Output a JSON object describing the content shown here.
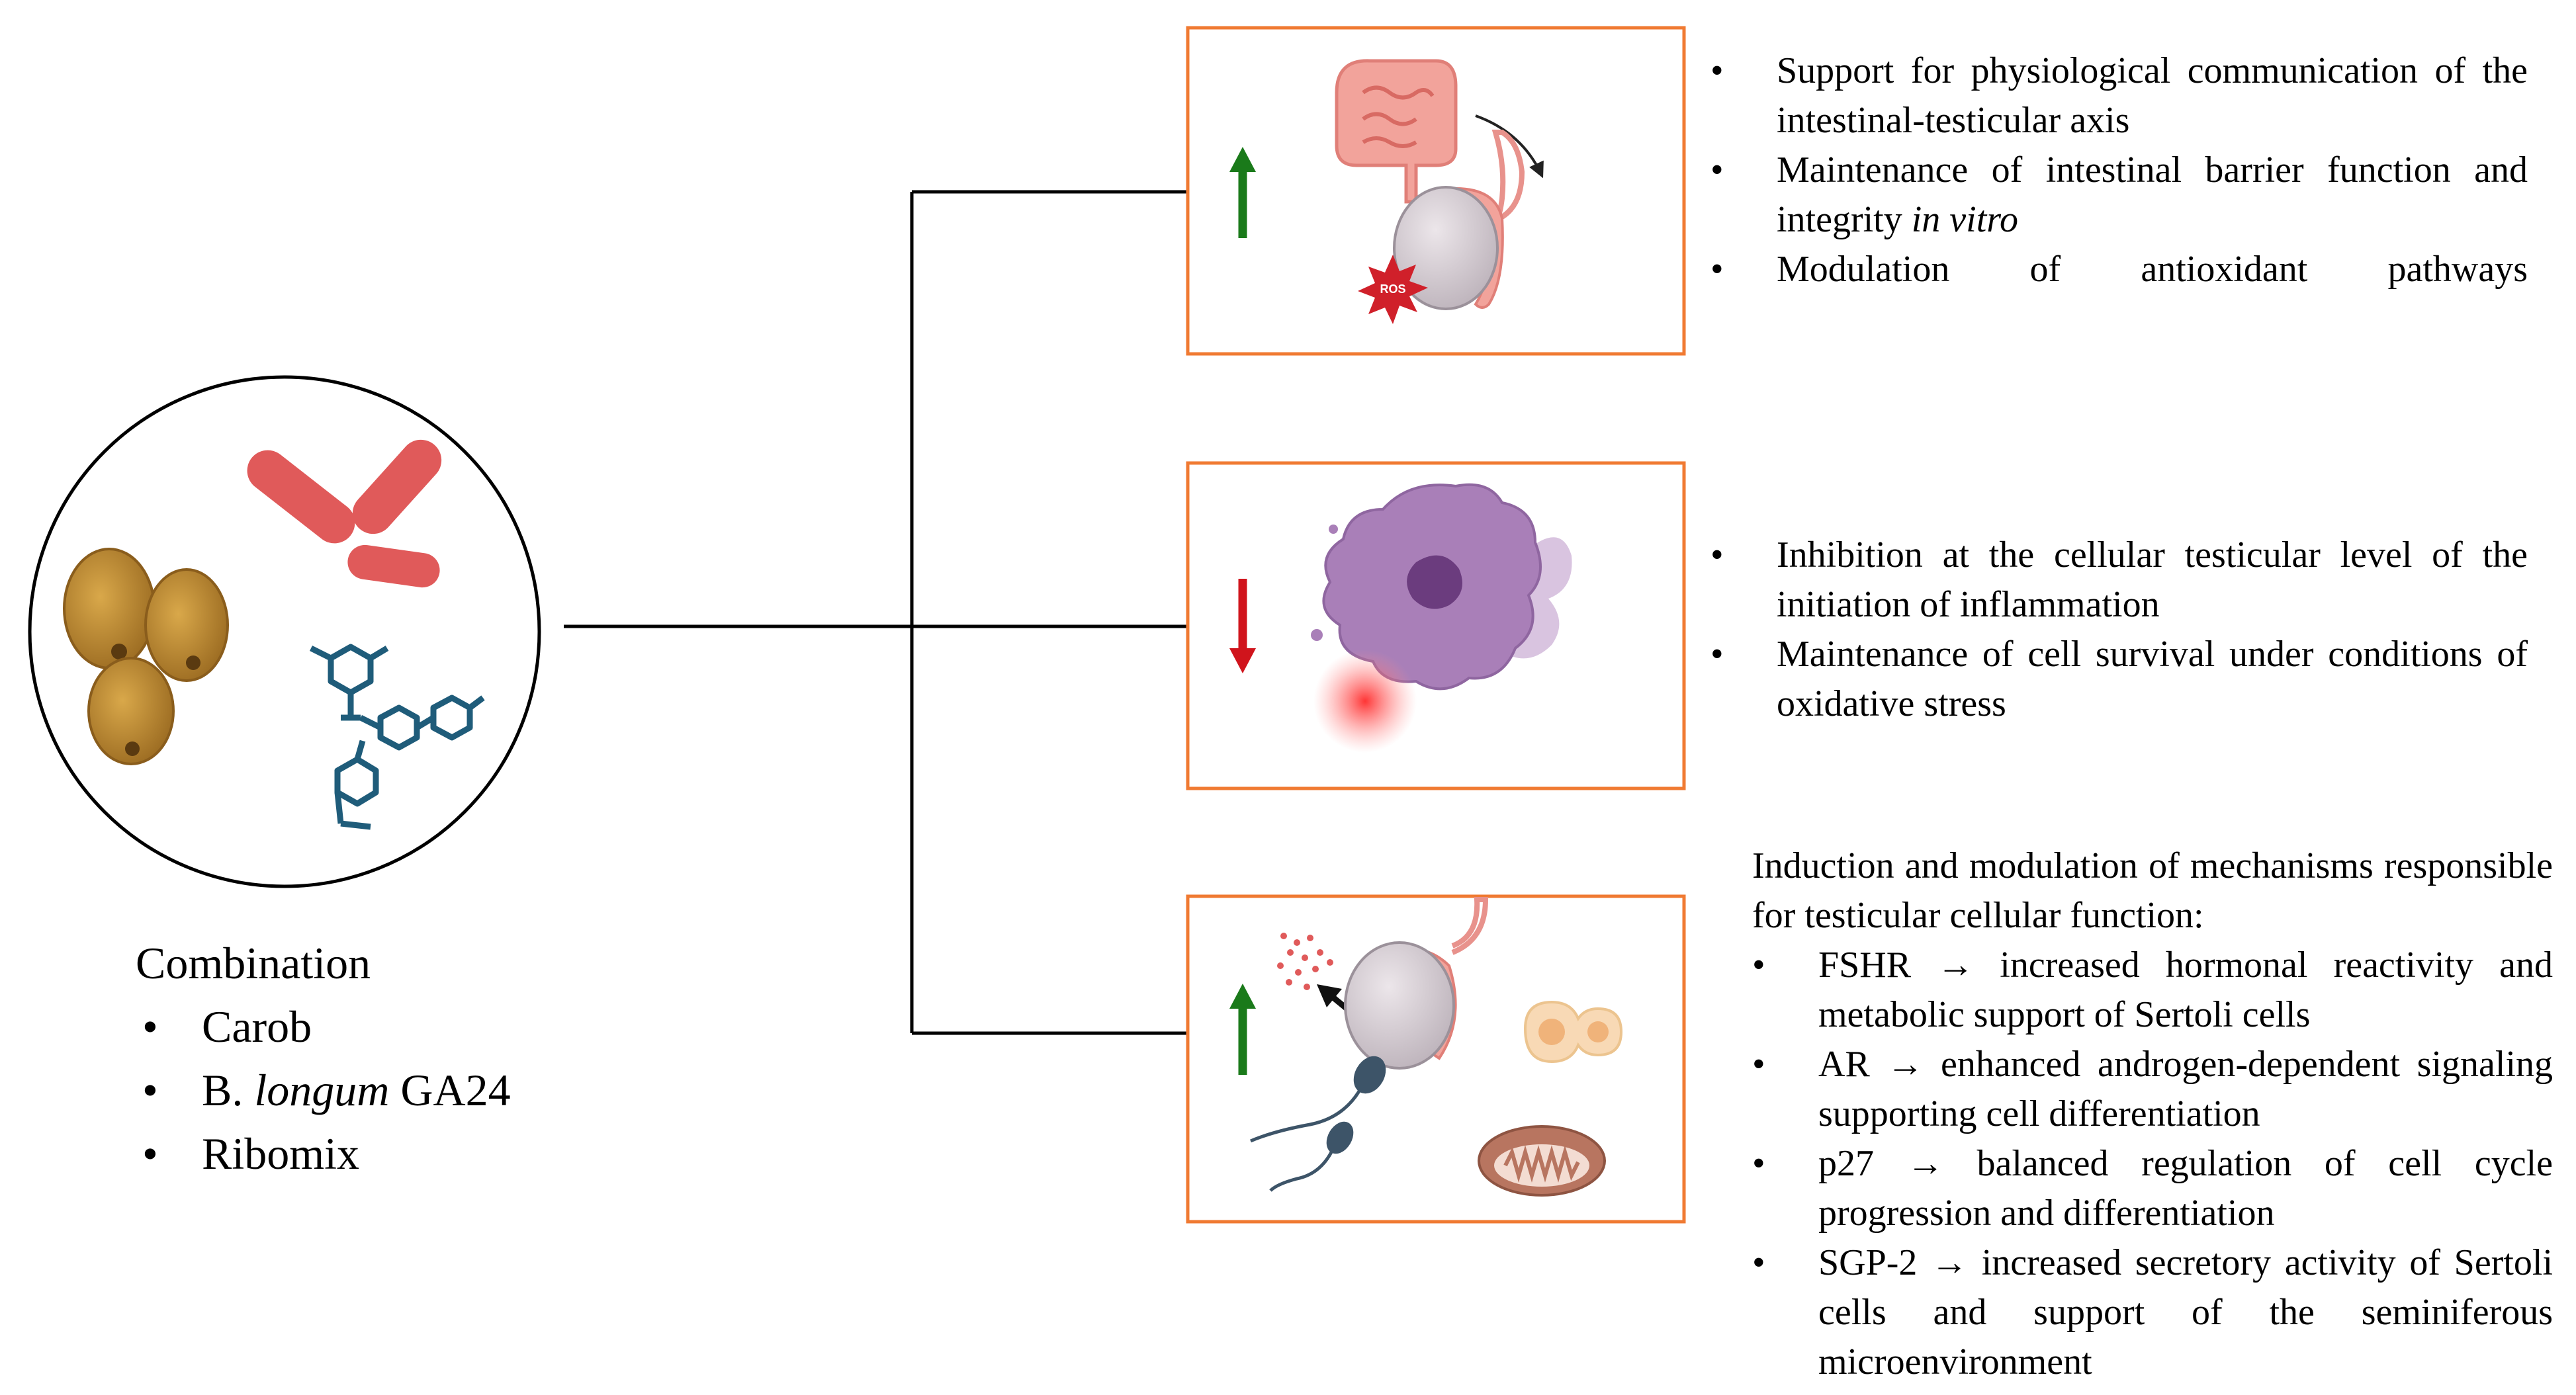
{
  "combination": {
    "title": "Combination",
    "items": [
      {
        "pre": "Carob",
        "ital": "",
        "post": ""
      },
      {
        "pre": "B. ",
        "ital": "longum",
        "post": " GA24"
      },
      {
        "pre": "Ribomix",
        "ital": "",
        "post": ""
      }
    ]
  },
  "panels": [
    {
      "direction": "up",
      "arrow_color": "#1a7a1a",
      "bullets": [
        {
          "pre": "Support for physiological communication of the intestinal-testicular axis",
          "ital": "",
          "post": ""
        },
        {
          "pre": "Maintenance of intestinal barrier function and integrity ",
          "ital": "in vitro",
          "post": ""
        },
        {
          "pre": "Modulation of antioxidant pathways",
          "ital": "",
          "post": ""
        }
      ],
      "ros_label": "ROS"
    },
    {
      "direction": "down",
      "arrow_color": "#d0141c",
      "bullets": [
        {
          "pre": "Inhibition at the cellular testicular level of the initiation of inflammation",
          "ital": "",
          "post": ""
        },
        {
          "pre": "Maintenance of cell survival under conditions of oxidative stress",
          "ital": "",
          "post": ""
        }
      ]
    },
    {
      "direction": "up",
      "arrow_color": "#1a7a1a",
      "intro": "Induction and modulation of mechanisms responsible for testicular cellular function:",
      "bullets": [
        {
          "pre": "FSHR → increased hormonal reactivity and metabolic support of Sertoli cells",
          "ital": "",
          "post": ""
        },
        {
          "pre": "AR → enhanced androgen-dependent signaling supporting cell differentiation",
          "ital": "",
          "post": ""
        },
        {
          "pre": "p27 → balanced regulation of cell cycle progression and differentiation",
          "ital": "",
          "post": ""
        },
        {
          "pre": "SGP-2 → increased secretory activity of Sertoli cells and support of the seminiferous microenvironment",
          "ital": "",
          "post": ""
        }
      ]
    }
  ],
  "colors": {
    "panel_border": "#f07a32",
    "connector": "#000000",
    "bacteria": "#e05a5a",
    "carob": "#b8862e",
    "molecule": "#1f5c7a",
    "intestine": "#f2a39b",
    "testis": "#d9d2d8",
    "macrophage": "#a97fb8",
    "sperm": "#3d5468",
    "mitochondrion": "#b87560"
  },
  "icons": [
    "carob-seed-icon",
    "bacteria-icon",
    "molecule-icon",
    "intestine-icon",
    "testis-icon",
    "ros-burst-icon",
    "macrophage-icon",
    "inflammation-glow-icon",
    "hormone-particles-icon",
    "sperm-icon",
    "dividing-cell-icon",
    "mitochondrion-icon"
  ]
}
